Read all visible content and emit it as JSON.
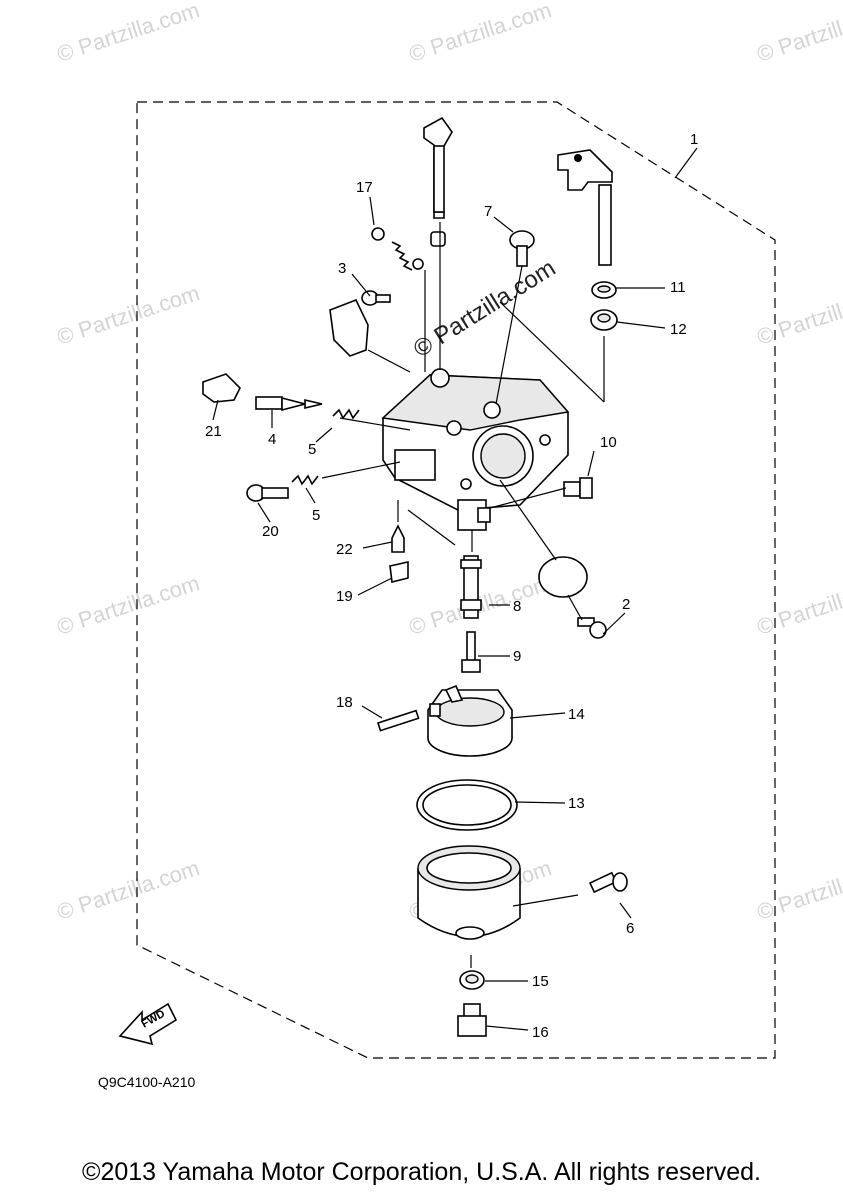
{
  "watermark": {
    "text": "© Partzilla.com",
    "center_text": "© Partzilla.com"
  },
  "callouts": {
    "c1": "1",
    "c2": "2",
    "c3": "3",
    "c4": "4",
    "c5a": "5",
    "c5b": "5",
    "c6": "6",
    "c7": "7",
    "c8": "8",
    "c9": "9",
    "c10": "10",
    "c11": "11",
    "c12": "12",
    "c13": "13",
    "c14": "14",
    "c15": "15",
    "c16": "16",
    "c17": "17",
    "c18": "18",
    "c19": "19",
    "c20": "20",
    "c21": "21",
    "c22": "22"
  },
  "fwd_label": "FWD",
  "diagram_code": "Q9C4100-A210",
  "copyright": "©2013 Yamaha Motor Corporation, U.S.A. All rights reserved."
}
